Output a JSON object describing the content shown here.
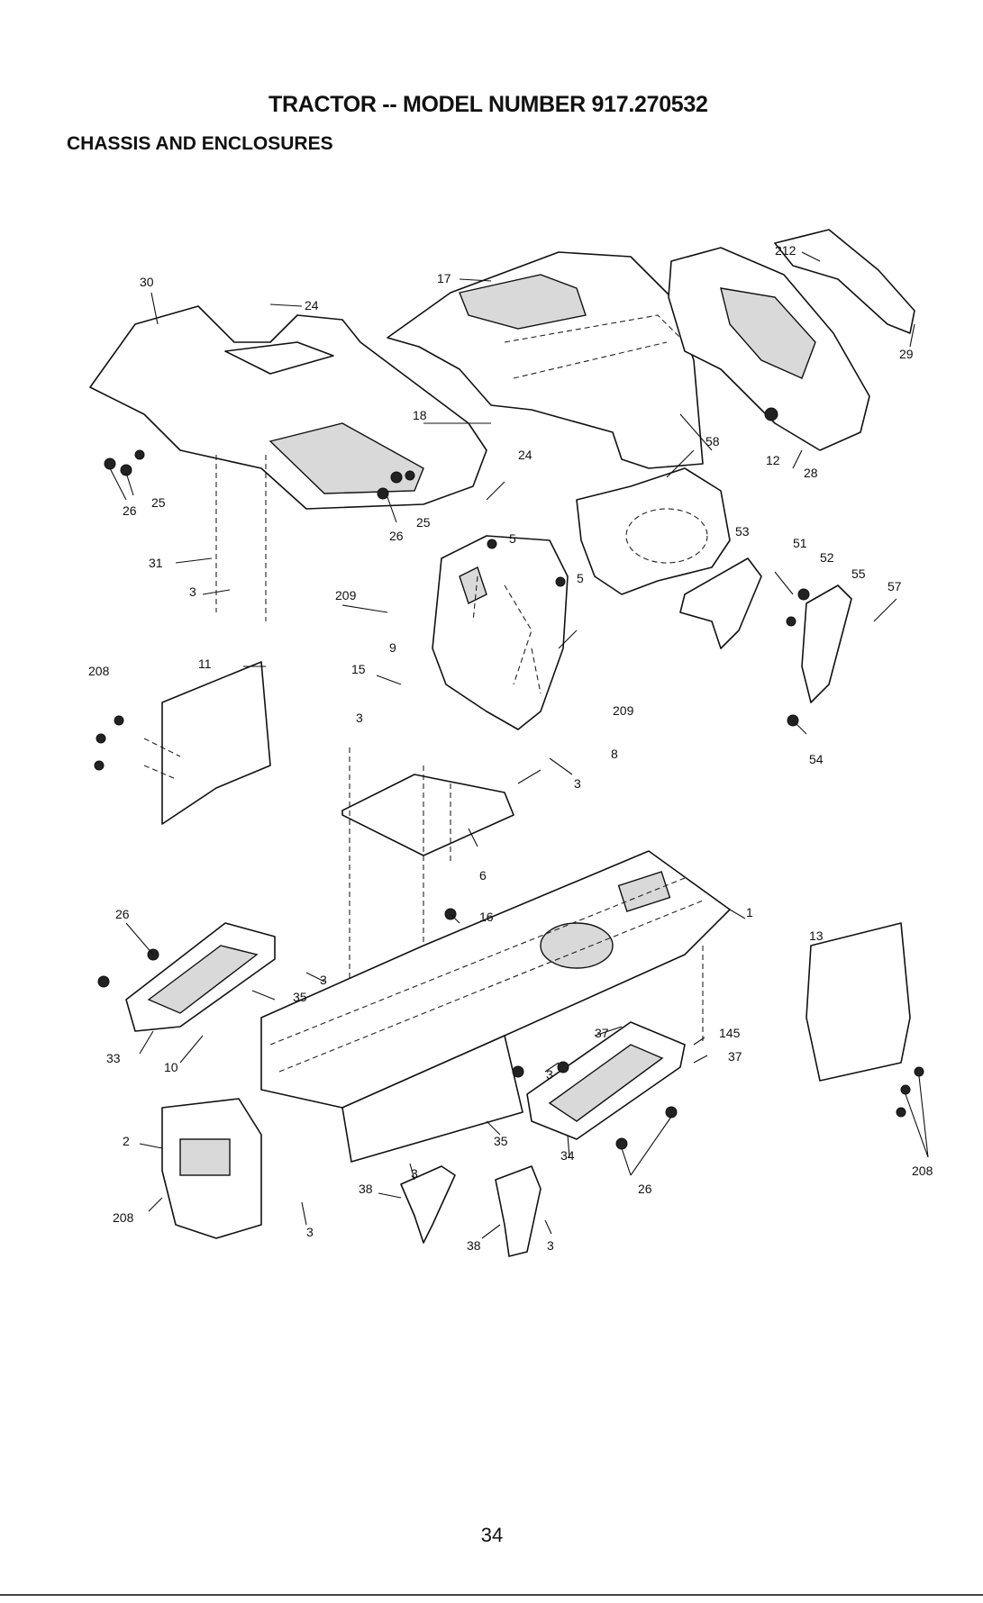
{
  "header": {
    "title": "TRACTOR -- MODEL NUMBER 917.270532",
    "subtitle": "CHASSIS AND ENCLOSURES"
  },
  "callouts": [
    "30",
    "24",
    "17",
    "212",
    "29",
    "26",
    "25",
    "18",
    "24",
    "12",
    "28",
    "58",
    "26",
    "25",
    "5",
    "53",
    "51",
    "52",
    "55",
    "57",
    "31",
    "3",
    "209",
    "5",
    "208",
    "11",
    "15",
    "9",
    "209",
    "54",
    "3",
    "8",
    "3",
    "6",
    "16",
    "26",
    "1",
    "13",
    "3",
    "35",
    "33",
    "10",
    "37",
    "145",
    "37",
    "3",
    "2",
    "35",
    "34",
    "26",
    "208",
    "208",
    "3",
    "3",
    "38",
    "38",
    "3"
  ],
  "footer": {
    "page_number": "34"
  }
}
